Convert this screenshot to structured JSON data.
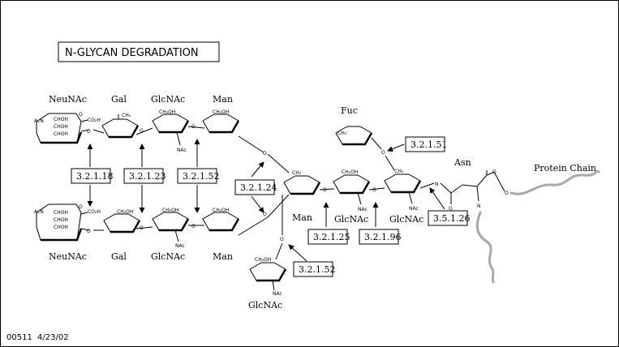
{
  "title": "N-GLYCAN DEGRADATION",
  "footer": {
    "id": "00511",
    "date": "4/23/02"
  },
  "residue_labels": {
    "top_neunac": "NeuNAc",
    "top_gal": "Gal",
    "top_glcnac": "GlcNAc",
    "top_man": "Man",
    "bottom_neunac": "NeuNAc",
    "bottom_gal": "Gal",
    "bottom_glcnac": "GlcNAc",
    "bottom_man": "Man",
    "core_man": "Man",
    "core_glcnac_1": "GlcNAc",
    "core_glcnac_2": "GlcNAc",
    "fuc": "Fuc",
    "bisect_glcnac": "GlcNAc",
    "asn": "Asn",
    "protein_chain": "Protein Chain"
  },
  "substituents": {
    "ch2oh": "CH₂OH",
    "choh": "CHOH",
    "ach": "AcN",
    "cooh": "CO₂H",
    "nac": "NAc",
    "ch2": "CH₂",
    "ch3": "CH₃",
    "o": "O",
    "n": "N"
  },
  "enzymes": {
    "e_3_2_1_18_top": "3.2.1.18",
    "e_3_2_1_23_top": "3.2.1.23",
    "e_3_2_1_52_top": "3.2.1.52",
    "e_3_2_1_24": "3.2.1.24",
    "e_3_2_1_51": "3.2.1.51",
    "e_3_2_1_25": "3.2.1.25",
    "e_3_2_1_96": "3.2.1.96",
    "e_3_5_1_26": "3.5.1.26",
    "e_3_2_1_52_bisect": "3.2.1.52"
  }
}
